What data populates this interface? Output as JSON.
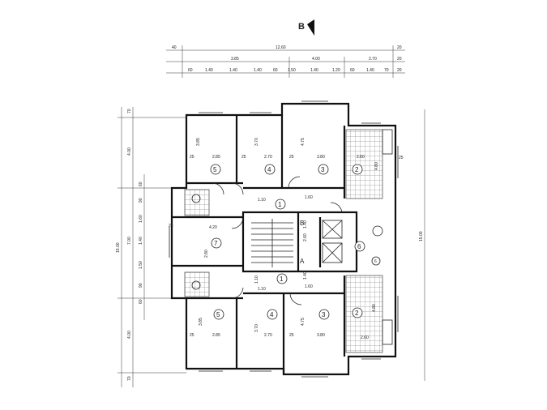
{
  "section_mark": "B",
  "top_dims": {
    "row1": [
      "40",
      "12.60",
      "20"
    ],
    "row2": [
      "3.85",
      "4.00",
      "2.70",
      "20"
    ],
    "row3": [
      "60",
      "1.40",
      "1.40",
      "1.40",
      "60",
      "1.50",
      "1.40",
      "1.20",
      "60",
      "1.40",
      "70",
      "20"
    ]
  },
  "left_dims": {
    "overall": "15.00",
    "outer": [
      "70",
      "4.00",
      "7.00",
      "4.00",
      "70"
    ],
    "inner": [
      "60",
      "90",
      "1.60",
      "1.40",
      "1.50",
      "90",
      "60"
    ]
  },
  "right_dims": {
    "overall": "15.00",
    "top": "25"
  },
  "rooms": {
    "upper": [
      {
        "num": "5",
        "w": "2.85",
        "h": "3.85"
      },
      {
        "num": "4",
        "w": "2.70",
        "h": "3.70"
      },
      {
        "num": "3",
        "w": "3.80",
        "h": "4.75"
      },
      {
        "num": "2",
        "w": "2.60",
        "h": "4.80"
      }
    ],
    "lower": [
      {
        "num": "5",
        "w": "2.85",
        "h": "3.85"
      },
      {
        "num": "4",
        "w": "2.70",
        "h": "3.70"
      },
      {
        "num": "3",
        "w": "3.80",
        "h": "4.75"
      },
      {
        "num": "2",
        "w": "2.60",
        "h": "4.80"
      }
    ],
    "living": {
      "num": "7",
      "w": "4.20",
      "h": "2.80"
    },
    "hall_upper": "1",
    "hall_lower": "1",
    "bath_small": "6",
    "wc": "6"
  },
  "core": {
    "stair_b": "B",
    "stair_a": "A",
    "label_up": "1.40",
    "label_mid": "2.60",
    "label_low": "1.40",
    "landing": "1.10"
  },
  "misc_dims": [
    "25",
    "25",
    "25",
    "1.10",
    "1.60",
    "25",
    "1.60",
    "1.10",
    "25",
    "25"
  ]
}
